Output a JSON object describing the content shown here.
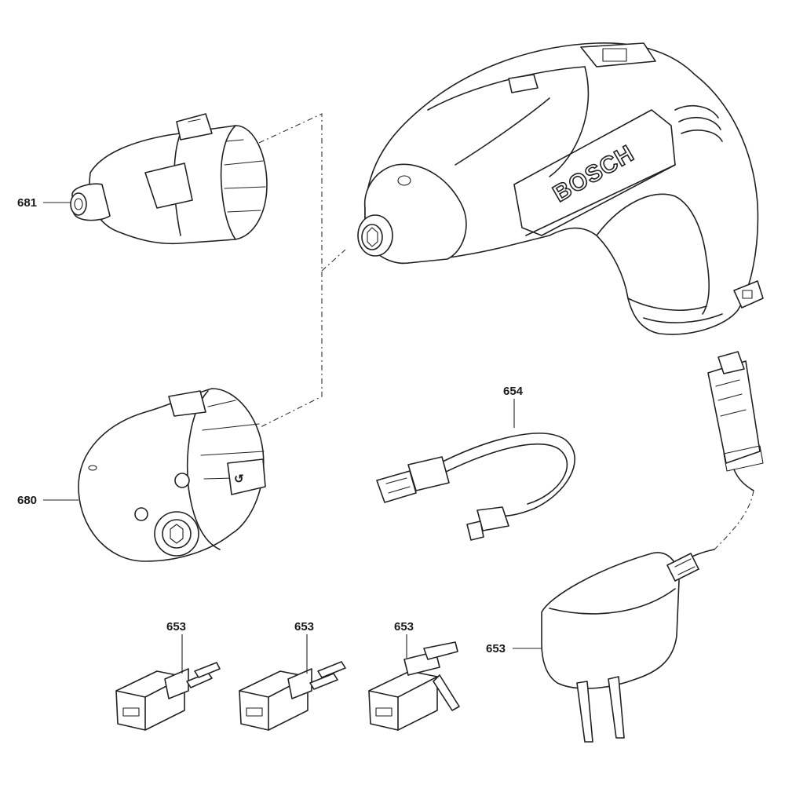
{
  "brand_text": "BOSCH",
  "callouts": {
    "c681": "681",
    "c680": "680",
    "c654": "654",
    "c653_a": "653",
    "c653_b": "653",
    "c653_c": "653",
    "c653_d": "653"
  },
  "colors": {
    "line": "#222222",
    "background": "#ffffff"
  }
}
